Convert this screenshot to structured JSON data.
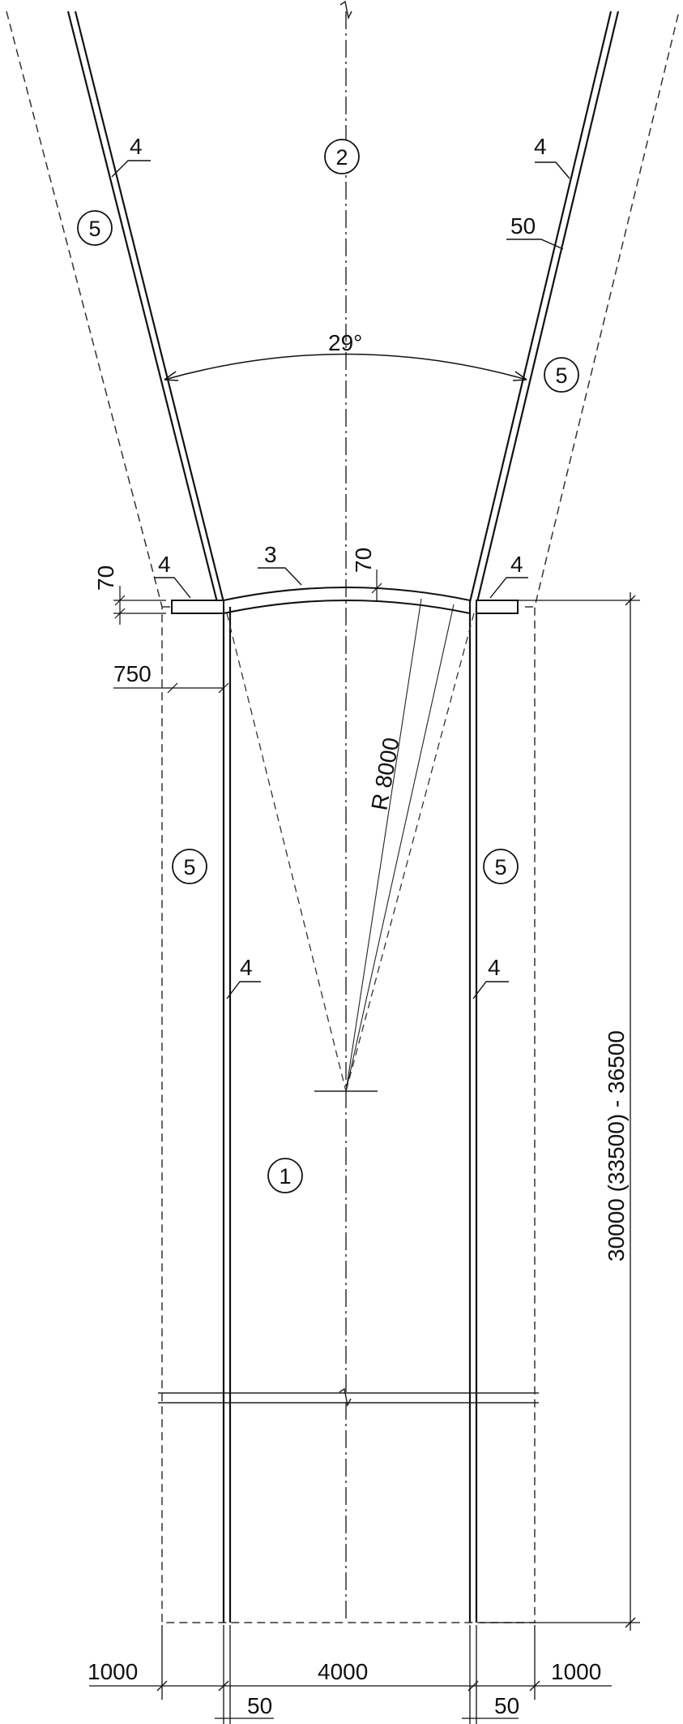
{
  "zones": {
    "z1": "1",
    "z2": "2",
    "z5": "5"
  },
  "parts": {
    "arch": "3",
    "lining": "4"
  },
  "dims": {
    "angle": "29°",
    "thick_50": "50",
    "thick_70": "70",
    "radius": "R 8000",
    "offset_750": "750",
    "height": "30000 (33500) - 36500",
    "side_width": "1000",
    "inner_width": "4000"
  }
}
